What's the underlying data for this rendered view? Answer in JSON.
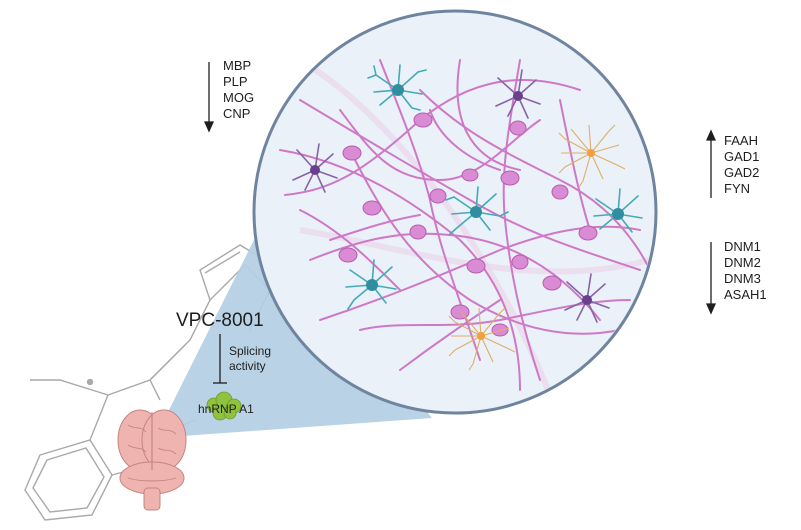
{
  "down_genes_top": [
    "MBP",
    "PLP",
    "MOG",
    "CNP"
  ],
  "up_genes_right": [
    "FAAH",
    "GAD1",
    "GAD2",
    "FYN"
  ],
  "down_genes_right": [
    "DNM1",
    "DNM2",
    "DNM3",
    "ASAH1"
  ],
  "drug": "VPC-8001",
  "inhibition": [
    "Splicing",
    "activity"
  ],
  "protein": "hnRNP A1",
  "colors": {
    "circle_fill": "#eaf1f8",
    "circle_border": "#6f849f",
    "cone": "#b3cee3",
    "neuron": "#cf78c8",
    "neuron_body": "#d98bd4",
    "microglia": "#44aab7",
    "microglia_body": "#2f8ea0",
    "oligodendrocyte": "#8863a7",
    "astrocyte": "#e2ad66",
    "astrocyte_body": "#f2a03c",
    "brain": "#efb3b0",
    "protein": "#8fc33e"
  }
}
